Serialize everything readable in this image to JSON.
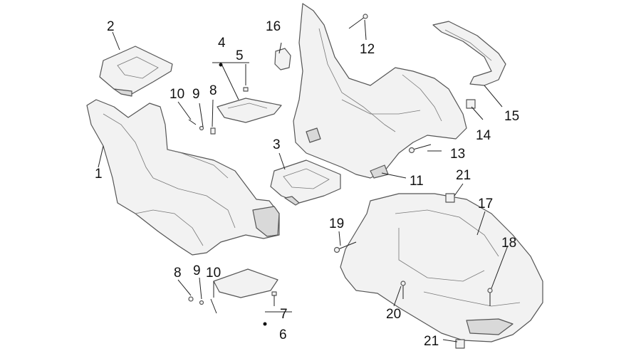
{
  "callouts": {
    "c1": "1",
    "c2": "2",
    "c3": "3",
    "c4": "4",
    "c5": "5",
    "c6": "6",
    "c7": "7",
    "c8a": "8",
    "c8b": "8",
    "c9a": "9",
    "c9b": "9",
    "c10a": "10",
    "c10b": "10",
    "c11": "11",
    "c12": "12",
    "c13": "13",
    "c14": "14",
    "c15": "15",
    "c16": "16",
    "c17": "17",
    "c18": "18",
    "c19": "19",
    "c20": "20",
    "c21a": "21",
    "c21b": "21"
  },
  "colors": {
    "line": "#555555",
    "fill": "#f2f2f2",
    "text": "#111111"
  }
}
